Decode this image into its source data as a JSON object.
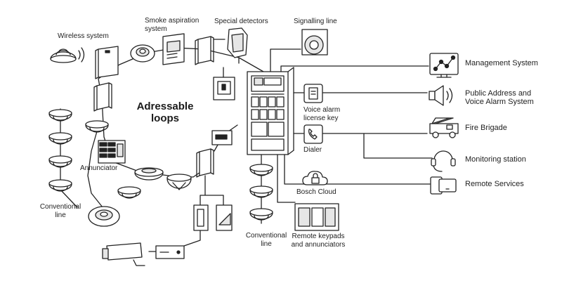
{
  "diagram": {
    "title": "Adressable\nloops",
    "labels": {
      "wireless_system": "Wireless system",
      "smoke_aspiration": "Smoke aspiration\nsystem",
      "special_detectors": "Special detectors",
      "signalling_line": "Signalling line",
      "annunciator": "Annunciator",
      "conventional_line_left": "Conventional\nline",
      "conventional_line_bottom": "Conventional\nline",
      "voice_alarm_key": "Voice alarm\nlicense key",
      "dialer": "Dialer",
      "bosch_cloud": "Bosch Cloud",
      "remote_keypads": "Remote keypads\nand annunciators"
    },
    "outputs": [
      {
        "label": "Management System",
        "icon": "management-system-icon"
      },
      {
        "label": "Public Address and\nVoice Alarm System",
        "icon": "speaker-icon"
      },
      {
        "label": "Fire Brigade",
        "icon": "fire-truck-icon"
      },
      {
        "label": "Monitoring station",
        "icon": "headset-icon"
      },
      {
        "label": "Remote Services",
        "icon": "devices-icon"
      }
    ]
  },
  "colors": {
    "line": "#222222",
    "fill": "#ffffff",
    "shade": "#e6e6e6"
  }
}
